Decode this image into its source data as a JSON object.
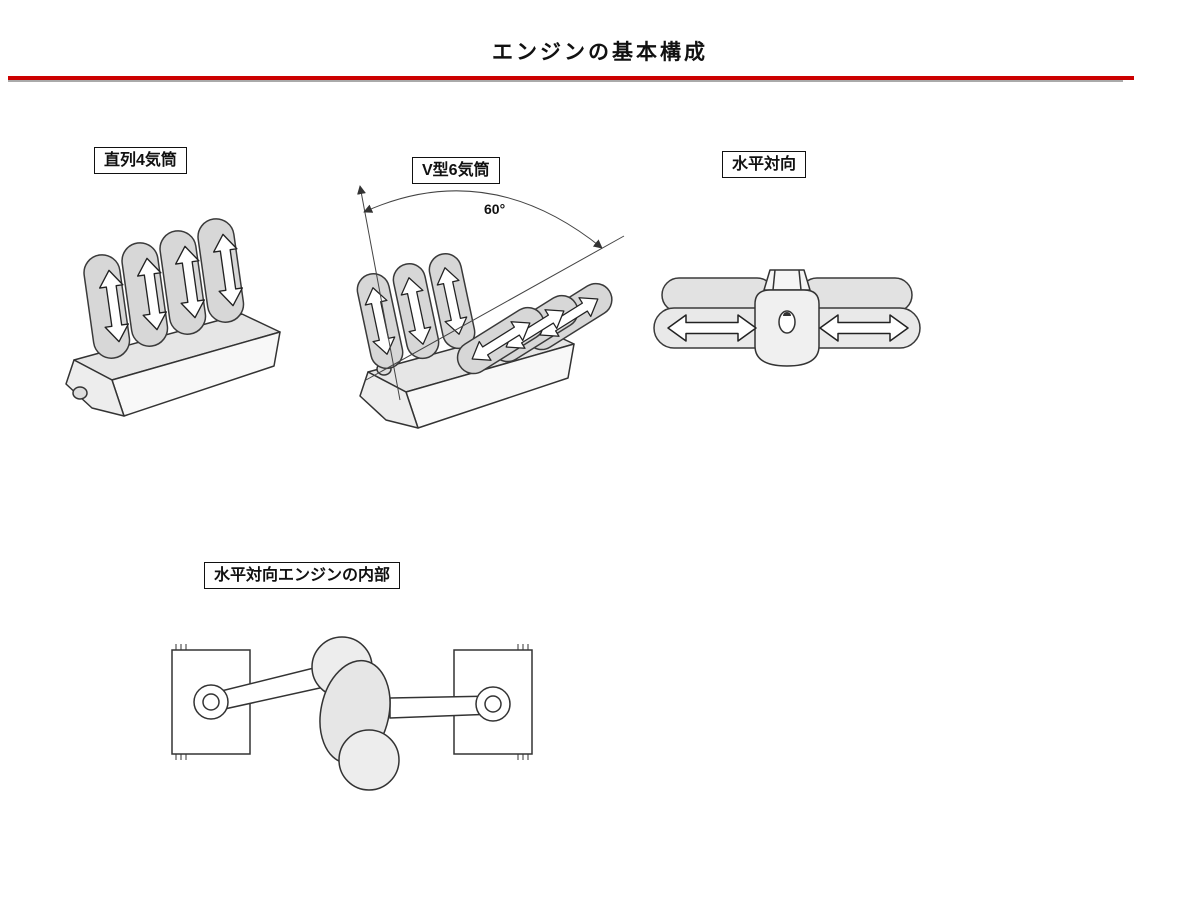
{
  "page": {
    "title": "エンジンの基本構成",
    "background": "#ffffff"
  },
  "colors": {
    "rule_red": "#cc0000",
    "rule_shadow": "#aaaaaa",
    "outline": "#333333",
    "cylinder_fill": "#d7d7d7",
    "block_fill": "#e8e8e8"
  },
  "diagrams": {
    "inline4": {
      "label": "直列4気筒"
    },
    "v6": {
      "label": "V型6気筒",
      "angle_label": "60°"
    },
    "boxer": {
      "label": "水平対向"
    },
    "internal": {
      "label": "水平対向エンジンの内部"
    }
  },
  "icons": {
    "vertical_double_arrow": "⬍",
    "horizontal_double_arrow": "⬌"
  }
}
